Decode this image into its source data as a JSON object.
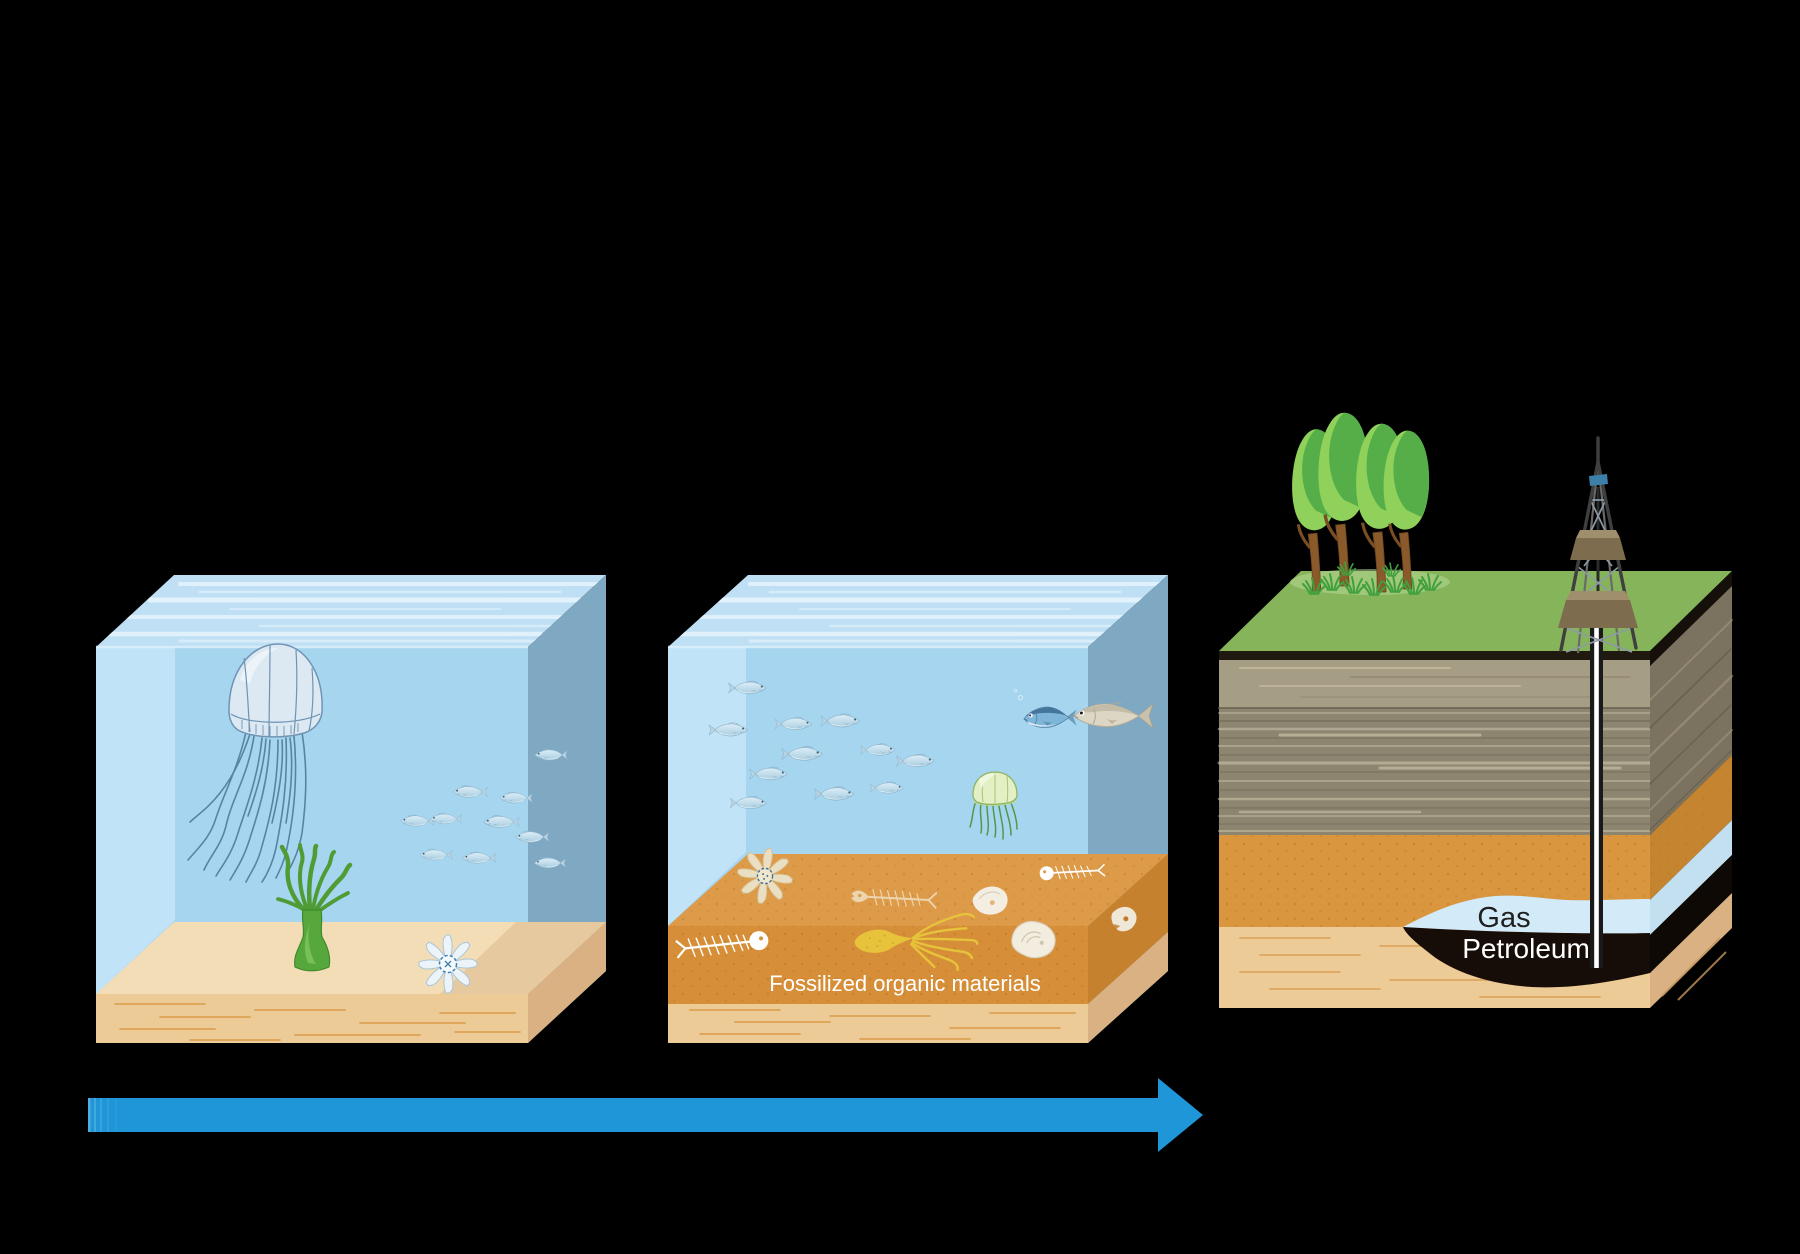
{
  "labels": {
    "fossilized": "Fossilized organic materials",
    "gas": "Gas",
    "petroleum": "Petroleum"
  },
  "colors": {
    "background": "#000000",
    "arrow": "#1e96d8",
    "water_surface": "#bedff4",
    "water_front": "#a6d5f0",
    "water_side": "#7fa9c2",
    "water_left_wall": "#c2e4f7",
    "sand_top": "#f3ddb6",
    "sand_front": "#edcb96",
    "sand_side": "#d9b183",
    "sediment_top": "#dd9b49",
    "sediment_front": "#d68f38",
    "sediment_side": "#c5812e",
    "grass": "#86b45b",
    "soil_dark": "#20190f",
    "rock_gray_light": "#a69d85",
    "rock_gray": "#8e8570",
    "rock_gray_side": "#7b7260",
    "subsoil_orange": "#d9963e",
    "subsoil_orange_side": "#c5842f",
    "base_tan": "#edcb97",
    "gas_pocket": "#d3eaf8",
    "petroleum_pocket": "#170d08",
    "petroleum_side": "#0f0905",
    "pipe_white": "#ffffff",
    "derrick_frame": "#3f3f3f",
    "derrick_platform": "#7d6c4e",
    "tree_crown_dark": "#56ae48",
    "tree_crown_light": "#8fd15a",
    "tree_trunk": "#8a5a2b",
    "anemone_green": "#57a83c",
    "jellyfish_blue": "#dce8f2",
    "jellyfish_green": "#e3f0c4",
    "small_fish": "#cfe6f2",
    "big_fish_blue": "#7eb6da",
    "big_fish_beige": "#dcd6c5",
    "squid_fossil_yellow": "#e6c33a",
    "fossil_white": "#f4eee2",
    "label_white": "#ffffff",
    "label_dark": "#1f1f1f"
  }
}
